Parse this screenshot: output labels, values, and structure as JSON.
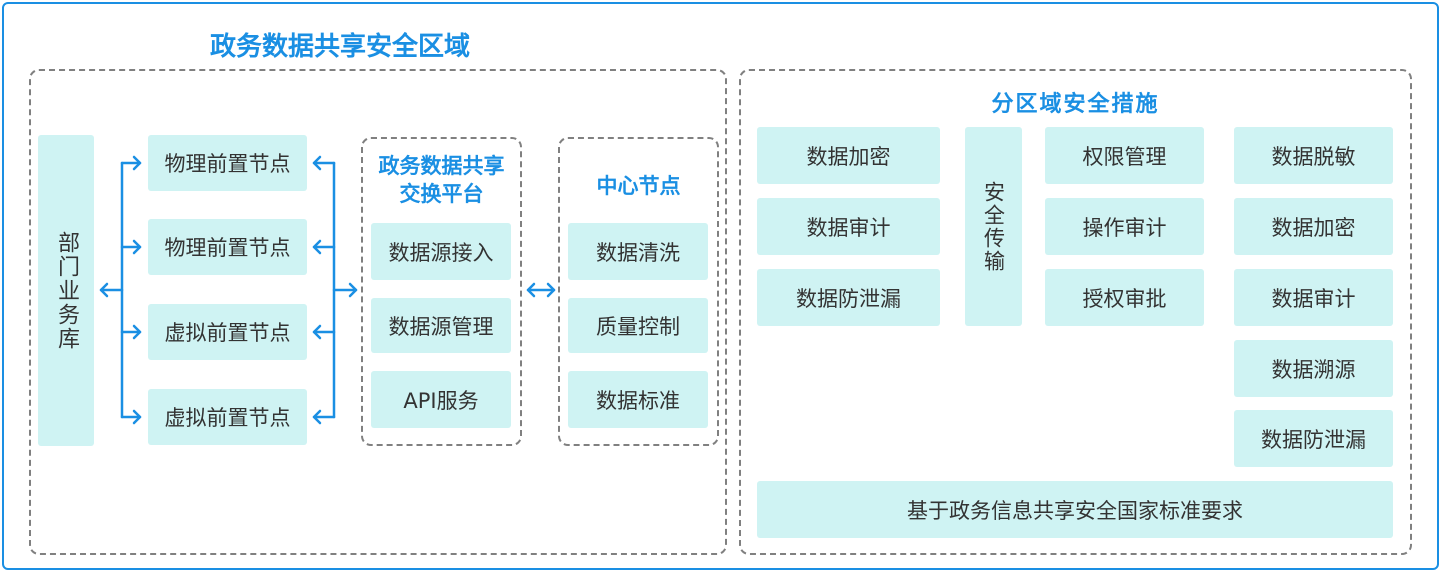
{
  "main_title": "政务数据共享安全区域",
  "dept_db": "部门业务库",
  "nodes": [
    "物理前置节点",
    "物理前置节点",
    "虚拟前置节点",
    "虚拟前置节点"
  ],
  "platform": {
    "title": "政务数据共享交换平台",
    "items": [
      "数据源接入",
      "数据源管理",
      "API服务"
    ]
  },
  "center": {
    "title": "中心节点",
    "items": [
      "数据清洗",
      "质量控制",
      "数据标准"
    ]
  },
  "measures": {
    "title": "分区域安全措施",
    "col1": [
      "数据加密",
      "数据审计",
      "数据防泄漏"
    ],
    "transfer": "安全传输",
    "col3": [
      "权限管理",
      "操作审计",
      "授权审批"
    ],
    "col4": [
      "数据脱敏",
      "数据加密",
      "数据审计",
      "数据溯源",
      "数据防泄漏"
    ],
    "footer": "基于政务信息共享安全国家标准要求"
  },
  "colors": {
    "accent": "#1a8fe3",
    "box_fill": "#cff3f3",
    "dash": "#808080"
  }
}
